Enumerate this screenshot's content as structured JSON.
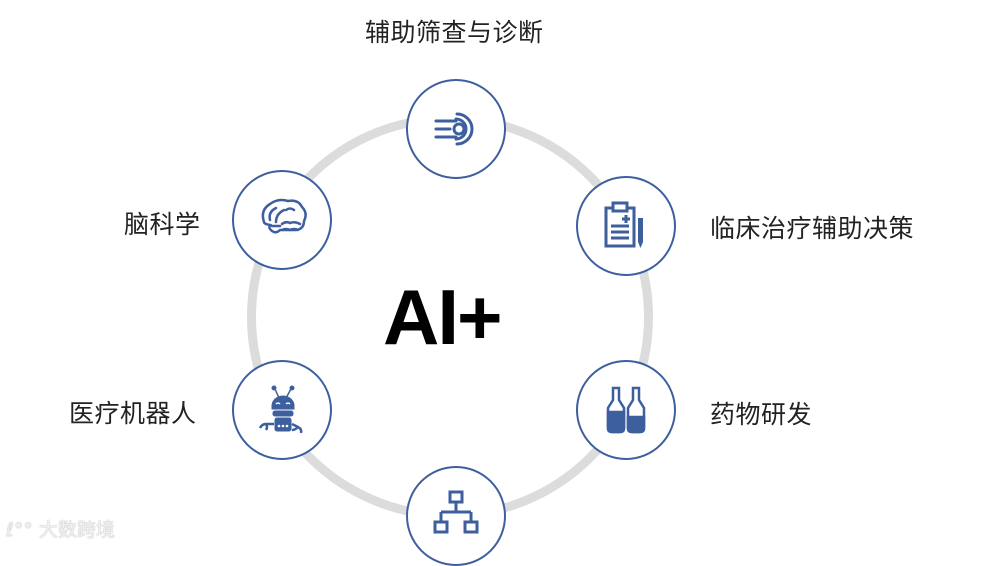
{
  "center": {
    "text": "AI+"
  },
  "nodes": [
    {
      "id": "screening",
      "label": "辅助筛查与诊断",
      "icon": "radar-scan-icon"
    },
    {
      "id": "clinical",
      "label": "临床治疗辅助决策",
      "icon": "clipboard-pen-icon"
    },
    {
      "id": "drug",
      "label": "药物研发",
      "icon": "medicine-bottles-icon"
    },
    {
      "id": "hierarchy",
      "label": "",
      "icon": "hierarchy-tree-icon"
    },
    {
      "id": "robot",
      "label": "医疗机器人",
      "icon": "robot-icon"
    },
    {
      "id": "brain",
      "label": "脑科学",
      "icon": "brain-icon"
    }
  ],
  "colors": {
    "accent": "#3d5f9e",
    "ring": "#dcdcdc",
    "text": "#222222"
  },
  "watermark": {
    "text": "大数跨境"
  }
}
